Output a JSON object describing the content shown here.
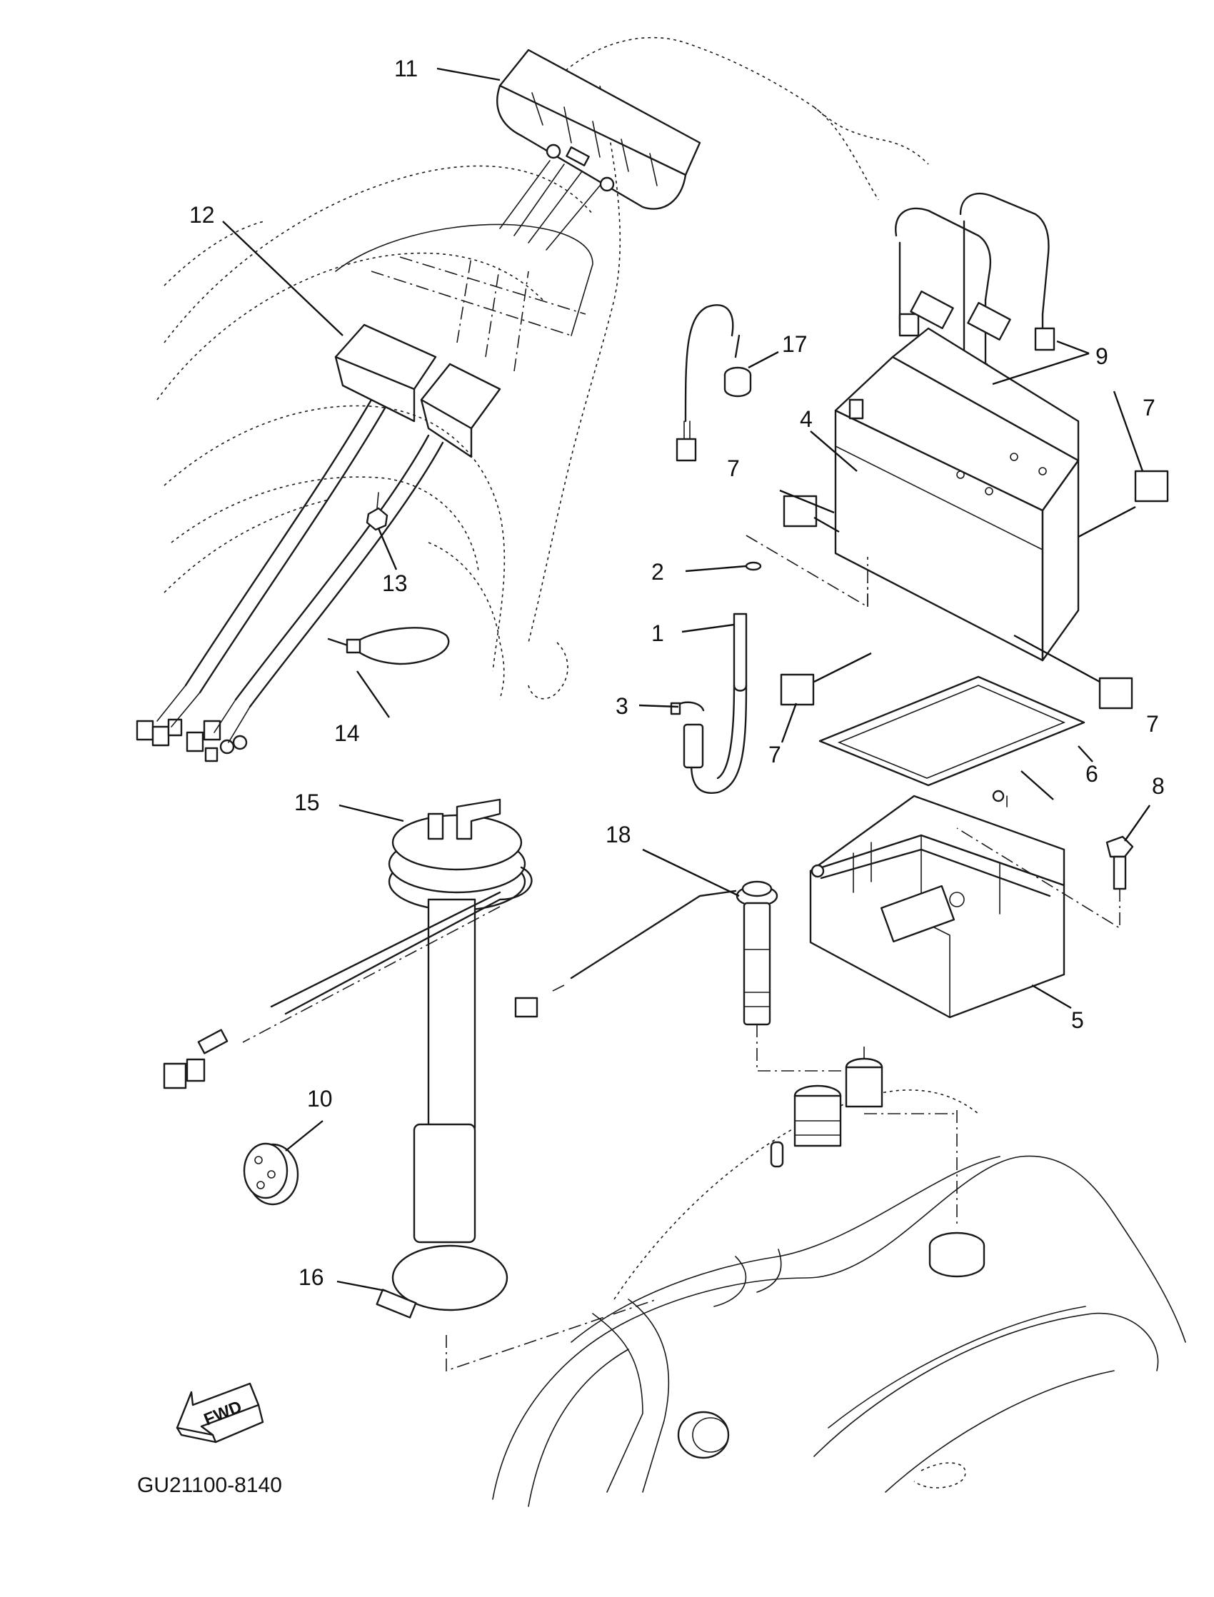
{
  "callouts": [
    "1",
    "2",
    "3",
    "4",
    "5",
    "6",
    "7",
    "8",
    "9",
    "10",
    "11",
    "12",
    "13",
    "14",
    "15",
    "16",
    "17",
    "18"
  ],
  "direction_marker": {
    "label": "FWD"
  },
  "diagram_code": "GU21100-8140"
}
